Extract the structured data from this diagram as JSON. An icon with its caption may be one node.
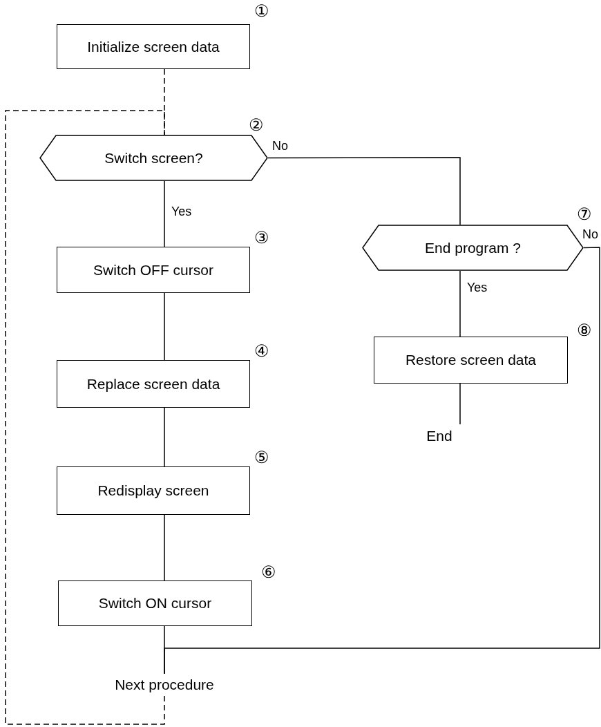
{
  "diagram": {
    "nodes": [
      {
        "text": [
          "Initialize screen data"
        ],
        "beside": [
          "①"
        ]
      },
      {
        "text": [
          "Switch screen?"
        ],
        "beside": [
          "②"
        ]
      },
      {
        "text": [
          "Switch OFF cursor"
        ],
        "beside": [
          "③"
        ]
      },
      {
        "text": [
          "Replace screen data"
        ],
        "beside": [
          "④"
        ]
      },
      {
        "text": [
          "Redisplay screen"
        ],
        "beside": [
          "⑤"
        ]
      },
      {
        "text": [
          "Switch ON cursor"
        ],
        "beside": [
          "⑥"
        ]
      },
      {
        "text": [
          "End program ?"
        ],
        "beside": [
          "⑦"
        ]
      },
      {
        "text": [
          "Restore screen data"
        ],
        "beside": [
          "⑧"
        ]
      },
      {
        "text": [
          "End"
        ]
      },
      {
        "text": [
          "Next procedure"
        ]
      }
    ],
    "edges": [
      {
        "from": 0,
        "to": 1,
        "arrow": "none",
        "style": "dashed"
      },
      {
        "from": 1,
        "to": 2,
        "arrow": "none",
        "label": "Yes"
      },
      {
        "from": 2,
        "to": 3,
        "arrow": "none"
      },
      {
        "from": 3,
        "to": 4,
        "arrow": "none"
      },
      {
        "from": 4,
        "to": 5,
        "arrow": "none"
      },
      {
        "from": 5,
        "to": 9,
        "arrow": "none"
      },
      {
        "from": 9,
        "to": 1,
        "arrow": "none",
        "style": "dashed"
      },
      {
        "from": 1,
        "to": 6,
        "arrow": "none",
        "label": "No"
      },
      {
        "from": 6,
        "to": 7,
        "arrow": "none",
        "label": "Yes"
      },
      {
        "from": 7,
        "to": 8,
        "arrow": "none"
      },
      {
        "from": 6,
        "to": 9,
        "arrow": "none",
        "label": "No"
      }
    ]
  }
}
